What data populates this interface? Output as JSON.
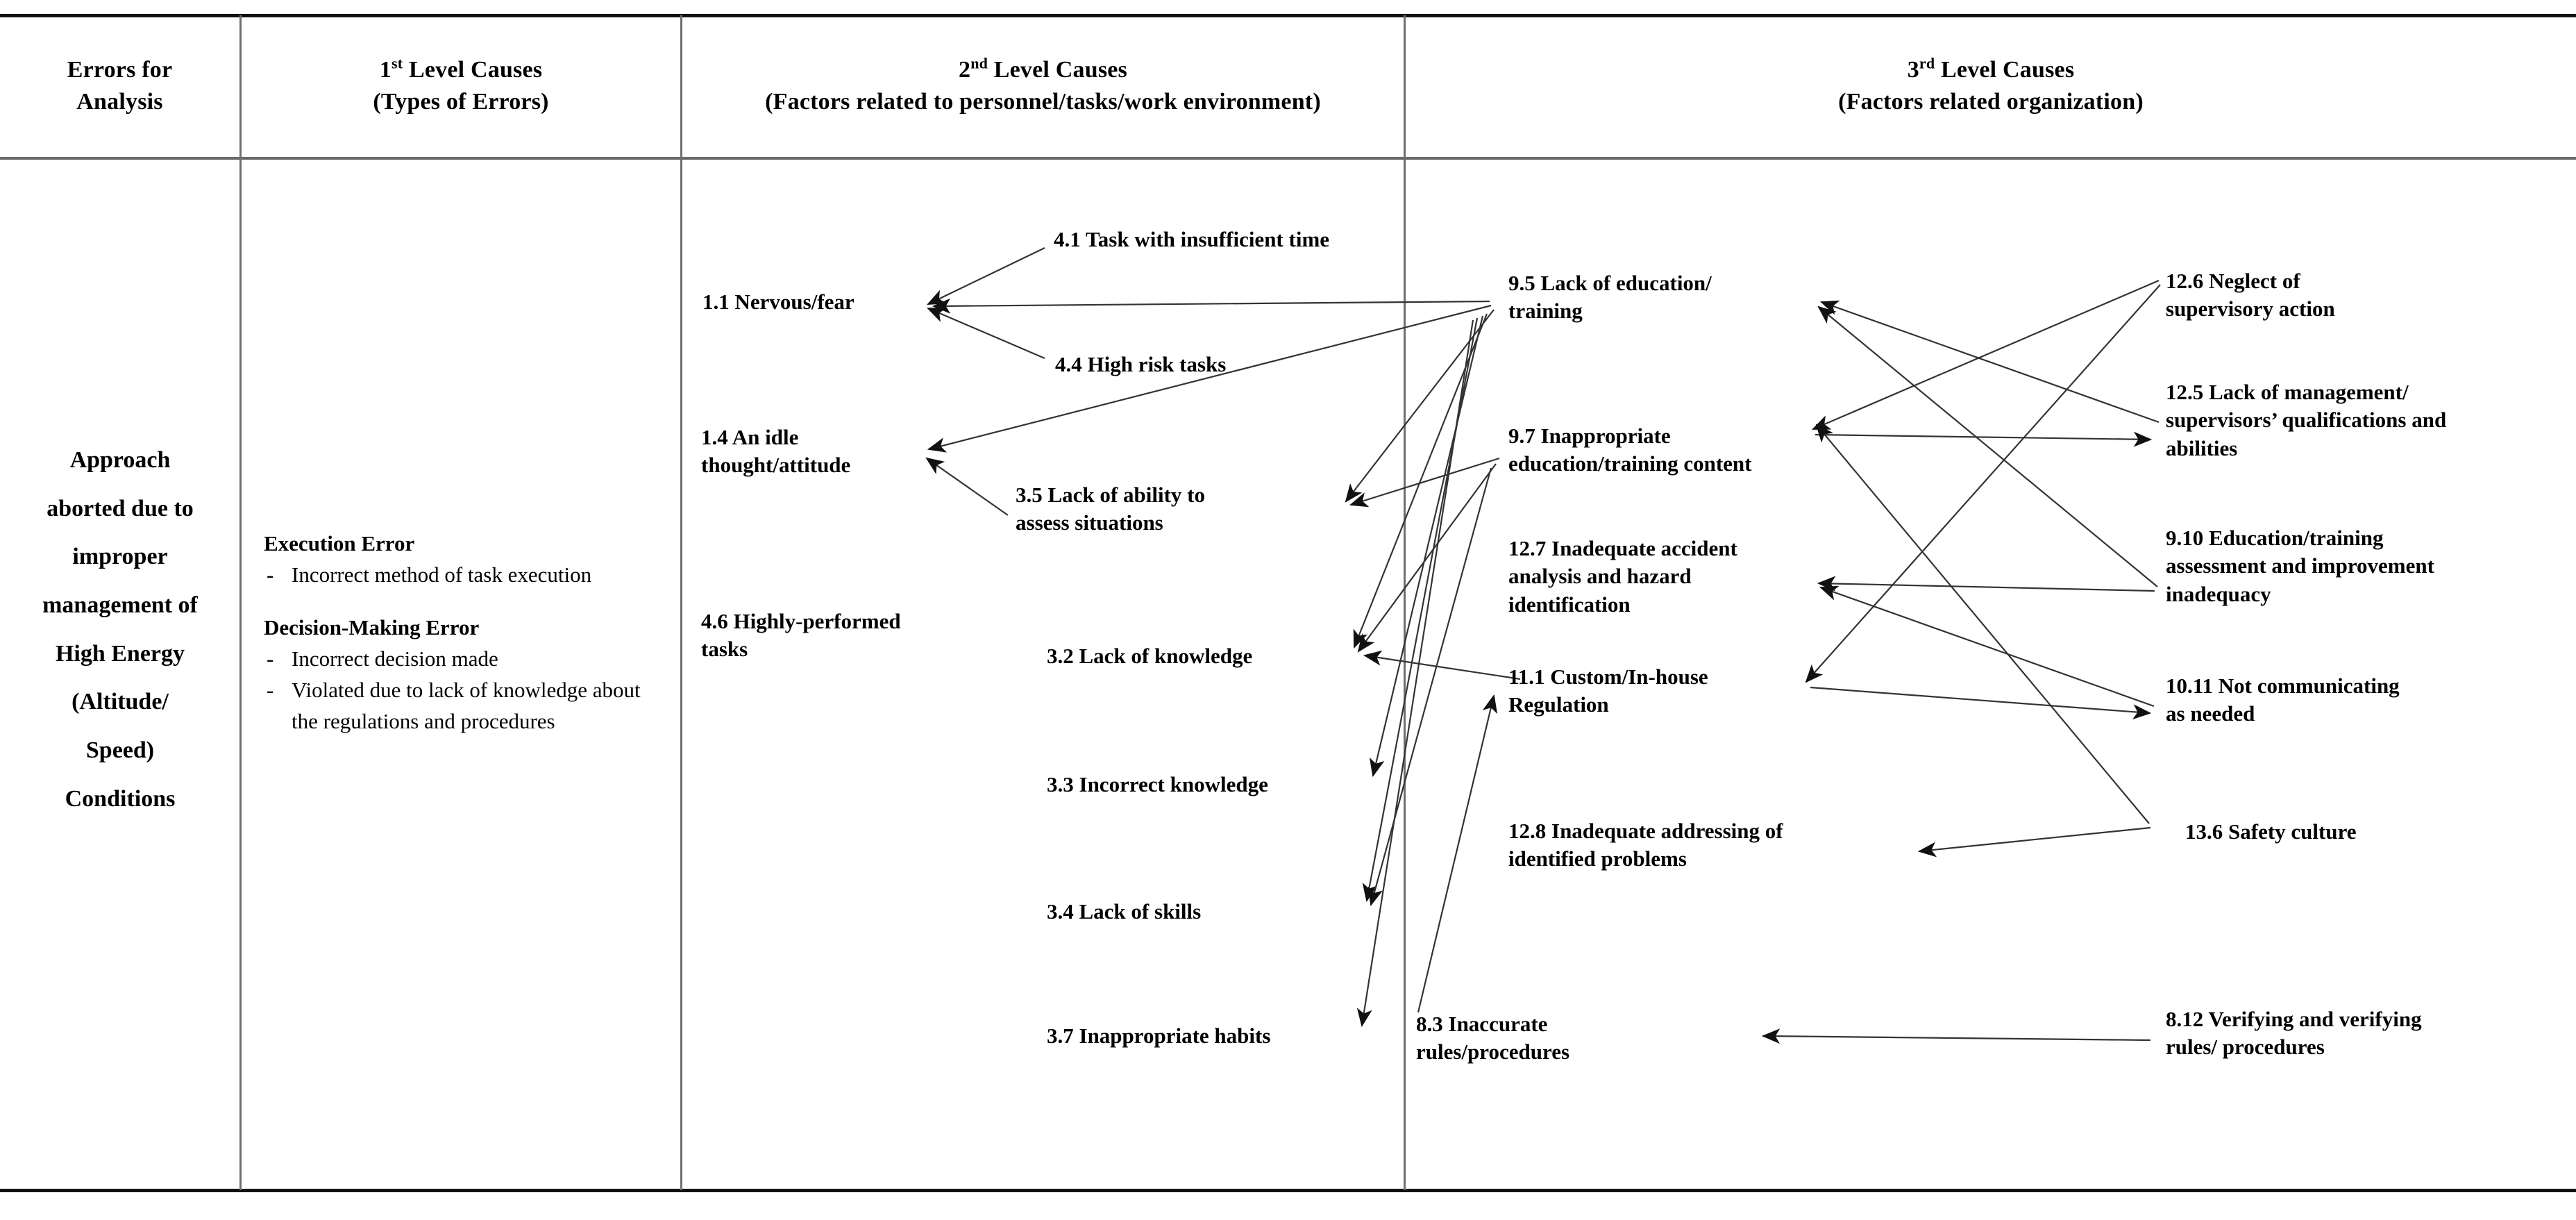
{
  "table": {
    "headers": [
      {
        "id": "errors-for-analysis",
        "line1": "Errors for",
        "line2": "Analysis",
        "sup": ""
      },
      {
        "id": "first-level-causes",
        "line1": "1st Level Causes",
        "line2": "(Types of Errors)",
        "sup": "st"
      },
      {
        "id": "second-level-causes",
        "line1": "2nd Level Causes",
        "line2": "(Factors related to personnel/tasks/work environment)",
        "sup": "nd"
      },
      {
        "id": "third-level-causes",
        "line1": "3rd Level Causes",
        "line2": "(Factors related organization)",
        "sup": "rd"
      }
    ]
  },
  "errors_for_analysis": {
    "lines": [
      "Approach",
      "aborted due to",
      "improper",
      "management of",
      "High Energy",
      "(Altitude/",
      "Speed)",
      "Conditions"
    ]
  },
  "first_level_causes": {
    "groups": [
      {
        "title": "Execution Error",
        "items": [
          "Incorrect method of task execution"
        ]
      },
      {
        "title": "Decision-Making Error",
        "items": [
          "Incorrect decision made",
          "Violated due to lack of knowledge about the regulations and procedures"
        ]
      }
    ],
    "bullet_dash": "-"
  },
  "second_level_causes": {
    "nodes": [
      {
        "id": "1.1",
        "label": "1.1 Nervous/fear"
      },
      {
        "id": "4.1",
        "label": "4.1 Task with insufficient time"
      },
      {
        "id": "4.4",
        "label": "4.4 High risk tasks"
      },
      {
        "id": "1.4",
        "label": "1.4 An idle\nthought/attitude"
      },
      {
        "id": "3.5",
        "label": "3.5 Lack of ability to\nassess situations"
      },
      {
        "id": "4.6",
        "label": "4.6 Highly-performed\ntasks"
      },
      {
        "id": "3.2",
        "label": "3.2 Lack of knowledge"
      },
      {
        "id": "3.3",
        "label": "3.3 Incorrect knowledge"
      },
      {
        "id": "3.4",
        "label": "3.4 Lack of skills"
      },
      {
        "id": "3.7",
        "label": "3.7 Inappropriate habits"
      }
    ]
  },
  "third_level_causes": {
    "nodes": [
      {
        "id": "9.5",
        "label": "9.5 Lack of education/\ntraining"
      },
      {
        "id": "9.7",
        "label": "9.7 Inappropriate\neducation/training content"
      },
      {
        "id": "12.7",
        "label": "12.7 Inadequate accident\n       analysis and hazard\n       identification"
      },
      {
        "id": "11.1",
        "label": "11.1 Custom/In-house\n Regulation"
      },
      {
        "id": "12.8",
        "label": "12.8 Inadequate addressing of\nidentified problems"
      },
      {
        "id": "8.3",
        "label": "8.3 Inaccurate\nrules/procedures"
      },
      {
        "id": "12.6",
        "label": "12.6 Neglect of\nsupervisory action"
      },
      {
        "id": "12.5",
        "label": "12.5 Lack of management/\nsupervisors’ qualifications and\nabilities"
      },
      {
        "id": "9.10",
        "label": "9.10 Education/training\nassessment and improvement\ninadequacy"
      },
      {
        "id": "10.11",
        "label": "10.11 Not communicating\nas needed"
      },
      {
        "id": "13.6",
        "label": "13.6 Safety culture"
      },
      {
        "id": "8.12",
        "label": "8.12 Verifying and verifying\nrules/ procedures"
      }
    ]
  },
  "arrows": [
    {
      "from": "4.1",
      "to": "1.1"
    },
    {
      "from": "4.4",
      "to": "1.1"
    },
    {
      "from": "9.5",
      "to": "1.1"
    },
    {
      "from": "9.5",
      "to": "1.4"
    },
    {
      "from": "3.5",
      "to": "1.4"
    },
    {
      "from": "9.5",
      "to": "3.5"
    },
    {
      "from": "9.7",
      "to": "3.5"
    },
    {
      "from": "9.5",
      "to": "3.2"
    },
    {
      "from": "9.7",
      "to": "3.2"
    },
    {
      "from": "9.5",
      "to": "3.3"
    },
    {
      "from": "9.5",
      "to": "3.4"
    },
    {
      "from": "9.7",
      "to": "3.4"
    },
    {
      "from": "9.5",
      "to": "3.7"
    },
    {
      "from": "8.3",
      "to": "11.1"
    },
    {
      "from": "11.1",
      "to": "3.2"
    },
    {
      "from": "12.6",
      "to": "9.7"
    },
    {
      "from": "12.6",
      "to": "11.1"
    },
    {
      "from": "9.10",
      "to": "9.5"
    },
    {
      "from": "9.10",
      "to": "12.7"
    },
    {
      "from": "10.11",
      "to": "12.7"
    },
    {
      "from": "12.5",
      "to": "9.5"
    },
    {
      "from": "9.7",
      "to": "12.5"
    },
    {
      "from": "11.1",
      "to": "10.11"
    },
    {
      "from": "13.6",
      "to": "12.8"
    },
    {
      "from": "13.6",
      "to": "9.7"
    },
    {
      "from": "8.12",
      "to": "8.3"
    }
  ],
  "colors": {
    "rule": "#111111",
    "divider": "#6f6f6f",
    "text": "#000000",
    "background": "#ffffff"
  }
}
